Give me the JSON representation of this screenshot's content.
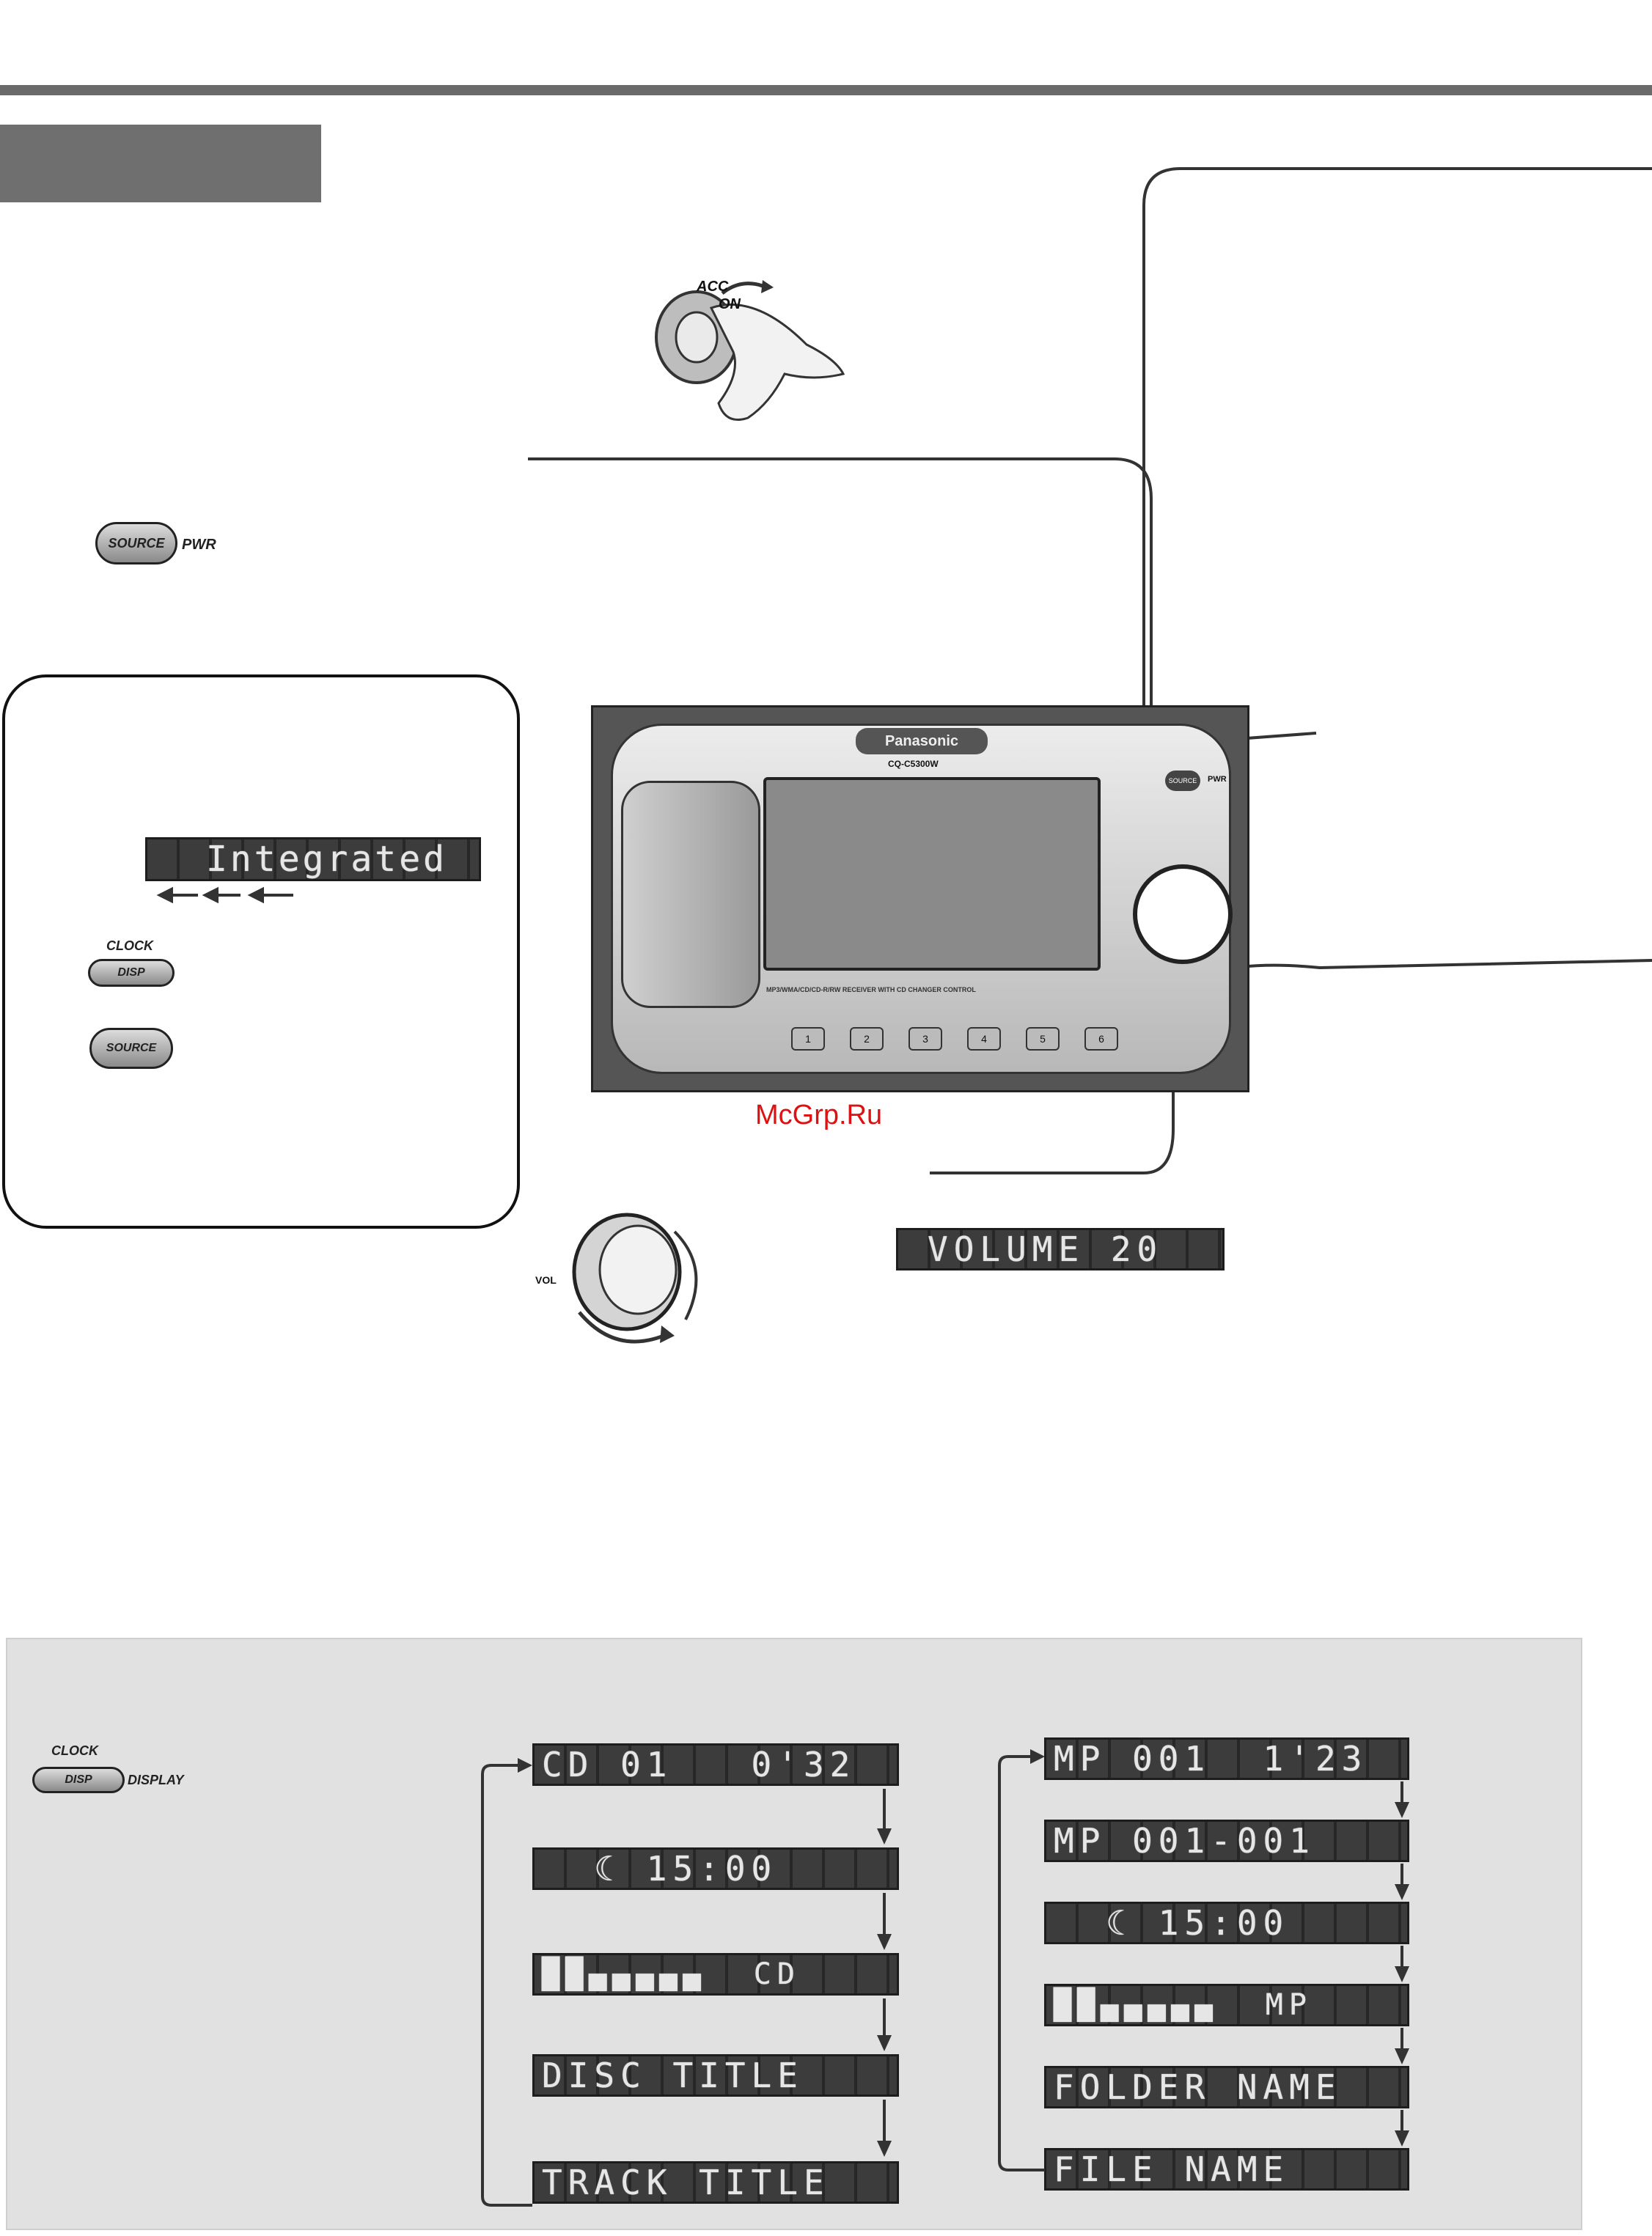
{
  "header": {
    "tab_label": ""
  },
  "power": {
    "key_labels": [
      "ACC",
      "ON"
    ],
    "source_button": "SOURCE",
    "pwr_label": "PWR"
  },
  "demo_box": {
    "lcd_text": "Integrated",
    "clock_label": "CLOCK",
    "disp_button": "DISP",
    "source_button": "SOURCE"
  },
  "unit": {
    "brand": "Panasonic",
    "model": "CQ-C5300W",
    "tagline": "MP3/WMA/CD/CD-R/RW RECEIVER WITH CD CHANGER CONTROL",
    "preset_labels": [
      "1",
      "2",
      "3",
      "4",
      "5",
      "6"
    ],
    "source_button": "SOURCE",
    "pwr_label": "PWR"
  },
  "watermark": "McGrp.Ru",
  "volume": {
    "lcd_text": "VOLUME 20",
    "vol_label": "VOL"
  },
  "display_panel": {
    "clock_label": "CLOCK",
    "disp_button": "DISP",
    "display_label": "DISPLAY",
    "cd_sequence": [
      "CD 01   0'32",
      "  ☾ 15:00",
      "██▄▄▄▄▄  CD",
      "DISC TITLE",
      "TRACK TITLE"
    ],
    "mp_sequence": [
      "MP 001  1'23",
      "MP 001-001",
      "  ☾ 15:00",
      "██▄▄▄▄▄  MP",
      "FOLDER NAME",
      "FILE NAME"
    ]
  }
}
